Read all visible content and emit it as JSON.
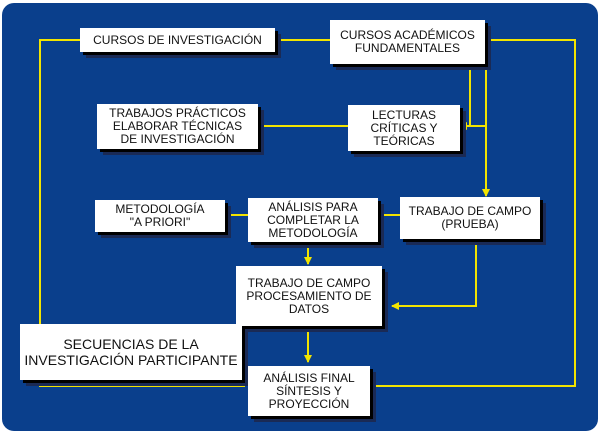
{
  "colors": {
    "background": "#0a3f8c",
    "connector": "#f2e400",
    "box": "#ffffff",
    "text": "#111111"
  },
  "nodes": {
    "cursos_investigacion": "CURSOS DE INVESTIGACIÓN",
    "cursos_academicos": "CURSOS ACADÉMICOS\nFUNDAMENTALES",
    "trabajos_practicos": "TRABAJOS PRÁCTICOS\nELABORAR TÉCNICAS\nDE INVESTIGACIÓN",
    "lecturas": "LECTURAS\nCRÍTICAS Y\nTEÓRICAS",
    "metodologia_a_priori": "METODOLOGÍA\n\"A PRIORI\"",
    "analisis_para": "ANÁLISIS PARA\nCOMPLETAR LA\nMETODOLOGÍA",
    "trabajo_campo_prueba": "TRABAJO DE CAMPO\n(PRUEBA)",
    "trabajo_campo_proc": "TRABAJO DE CAMPO\nPROCESAMIENTO DE\nDATOS",
    "secuencias": "SECUENCIAS DE LA\nINVESTIGACIÓN PARTICIPANTE",
    "analisis_final": "ANÁLISIS FINAL\nSÍNTESIS Y\nPROYECCIÓN"
  }
}
